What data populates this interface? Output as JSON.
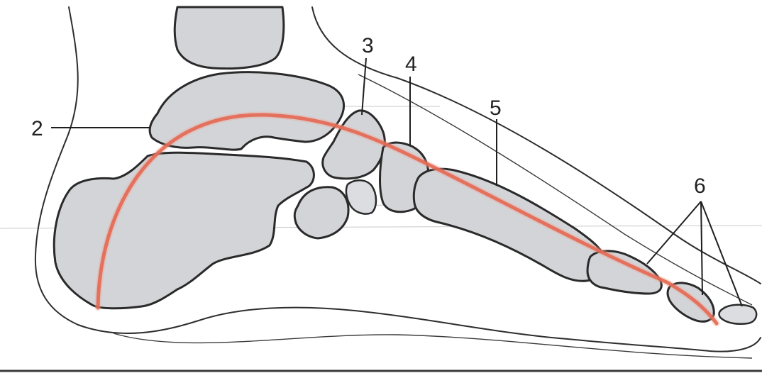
{
  "figure": {
    "labels": {
      "l2": "2",
      "l3": "3",
      "l4": "4",
      "l5": "5",
      "l6": "6"
    },
    "colors": {
      "arch": "#e46a55",
      "bone_fill": "#d3d4d7",
      "outline": "#2d2d2d",
      "background": "#ffffff"
    }
  }
}
